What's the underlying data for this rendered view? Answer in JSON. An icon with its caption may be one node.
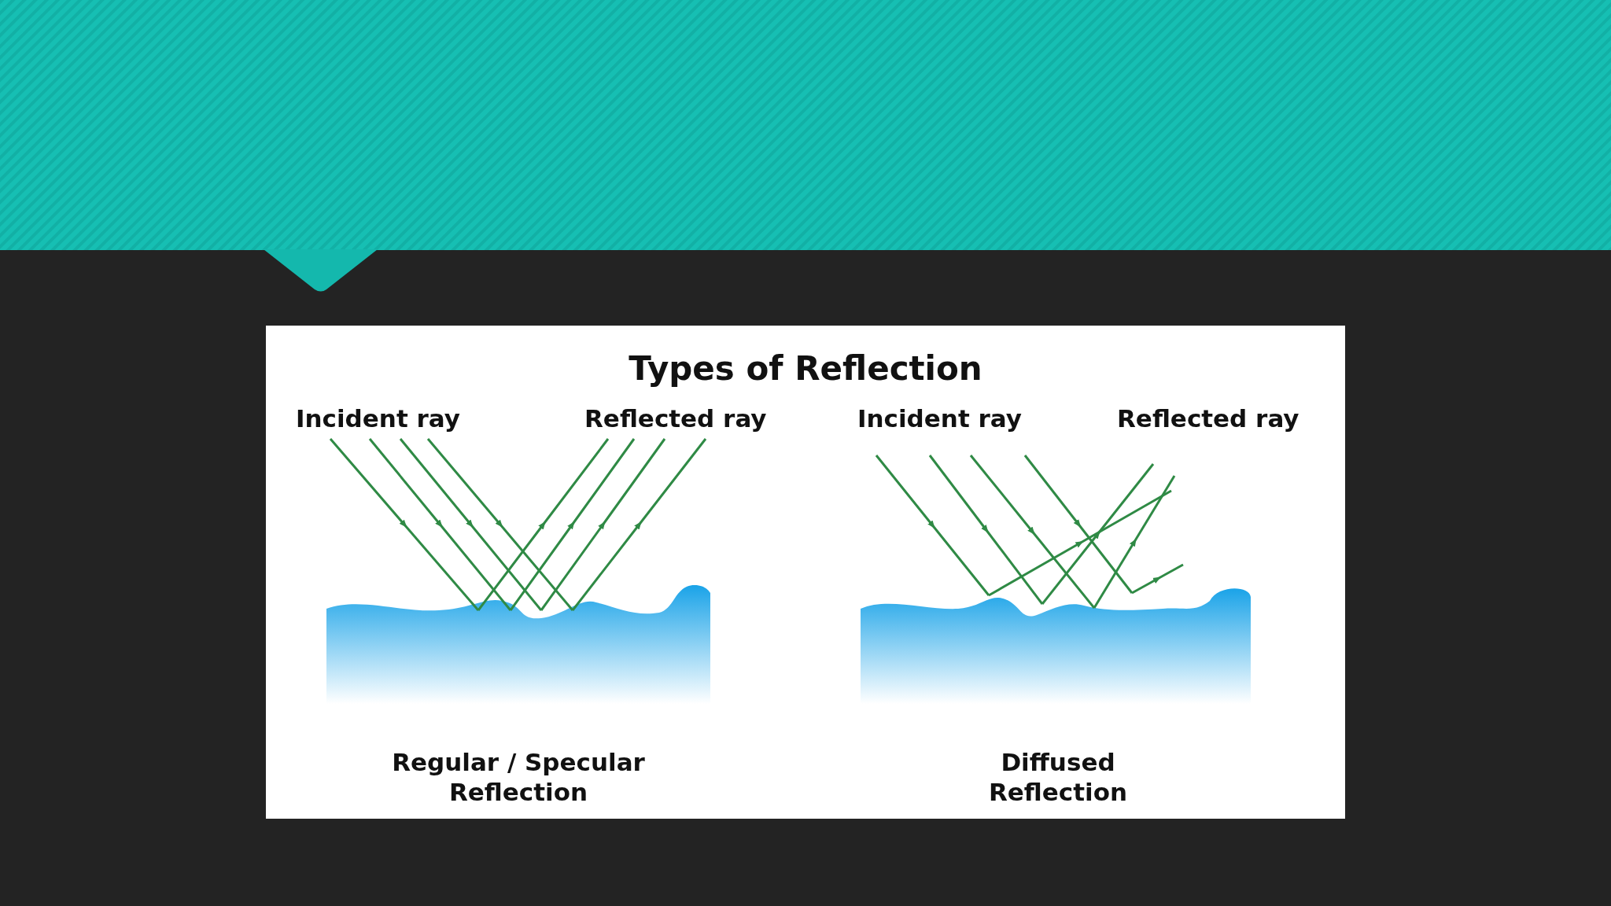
{
  "diagram": {
    "title": "Types of Reflection",
    "labels": [
      "Incident ray",
      "Reflected ray",
      "Incident ray",
      "Reflected ray",
      "Regular / Specular Reflection",
      "Diffused Reflection"
    ]
  }
}
